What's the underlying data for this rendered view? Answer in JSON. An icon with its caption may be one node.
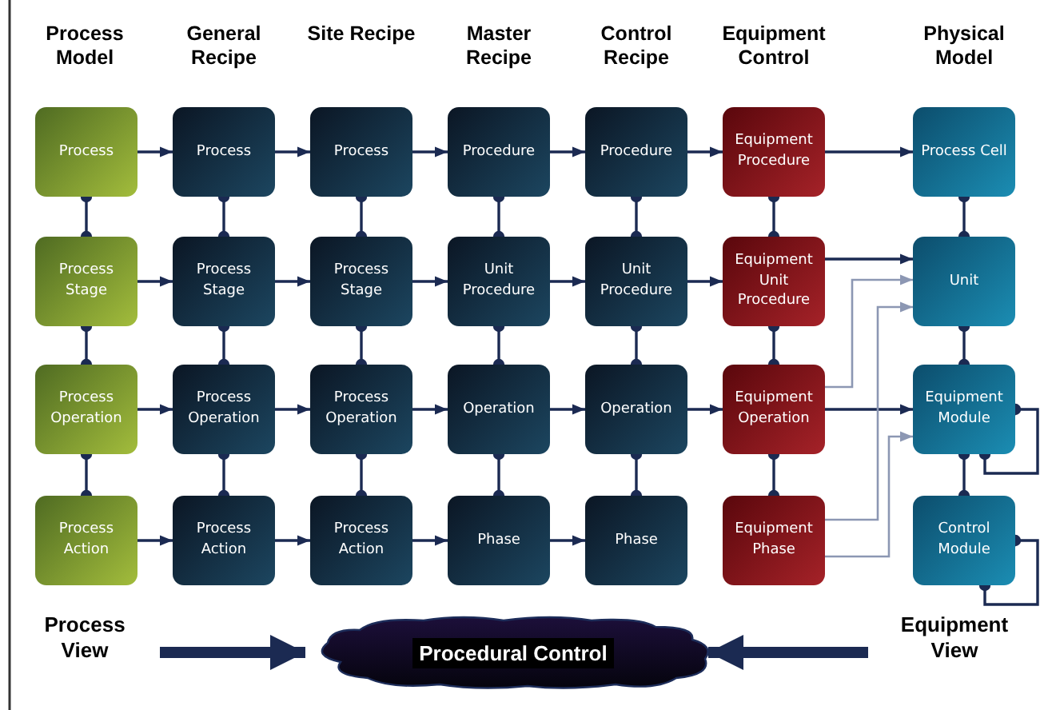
{
  "diagram": {
    "nodes": [
      {
        "text": [
          "Process"
        ]
      },
      {
        "text": [
          "Process"
        ]
      },
      {
        "text": [
          "Process"
        ]
      },
      {
        "text": [
          "Procedure"
        ]
      },
      {
        "text": [
          "Procedure"
        ]
      },
      {
        "text": [
          "Equipment Procedure"
        ]
      },
      {
        "text": [
          "Process Cell"
        ]
      },
      {
        "text": [
          "Process Stage"
        ]
      },
      {
        "text": [
          "Process Stage"
        ]
      },
      {
        "text": [
          "Process Stage"
        ]
      },
      {
        "text": [
          "Unit Procedure"
        ]
      },
      {
        "text": [
          "Unit Procedure"
        ]
      },
      {
        "text": [
          "Equipment Unit Procedure"
        ]
      },
      {
        "text": [
          "Unit"
        ]
      },
      {
        "text": [
          "Process Operation"
        ]
      },
      {
        "text": [
          "Process Operation"
        ]
      },
      {
        "text": [
          "Process Operation"
        ]
      },
      {
        "text": [
          "Operation"
        ]
      },
      {
        "text": [
          "Operation"
        ]
      },
      {
        "text": [
          "Equipment Operation"
        ]
      },
      {
        "text": [
          "Equipment Module"
        ]
      },
      {
        "text": [
          "Process Action"
        ]
      },
      {
        "text": [
          "Process Action"
        ]
      },
      {
        "text": [
          "Process Action"
        ]
      },
      {
        "text": [
          "Phase"
        ]
      },
      {
        "text": [
          "Phase"
        ]
      },
      {
        "text": [
          "Equipment Phase"
        ]
      },
      {
        "text": [
          "Control Module"
        ]
      },
      {
        "text": [
          "Process View"
        ]
      },
      {
        "text": [
          "Procedural Control"
        ]
      },
      {
        "text": [
          "Equipment View"
        ]
      }
    ],
    "edges": [
      {
        "from": 0,
        "to": 1,
        "arrow": "to"
      },
      {
        "from": 1,
        "to": 2,
        "arrow": "to"
      },
      {
        "from": 2,
        "to": 3,
        "arrow": "to"
      },
      {
        "from": 3,
        "to": 4,
        "arrow": "to"
      },
      {
        "from": 4,
        "to": 5,
        "arrow": "to"
      },
      {
        "from": 5,
        "to": 6,
        "arrow": "to"
      },
      {
        "from": 7,
        "to": 8,
        "arrow": "to"
      },
      {
        "from": 8,
        "to": 9,
        "arrow": "to"
      },
      {
        "from": 9,
        "to": 10,
        "arrow": "to"
      },
      {
        "from": 10,
        "to": 11,
        "arrow": "to"
      },
      {
        "from": 11,
        "to": 12,
        "arrow": "to"
      },
      {
        "from": 12,
        "to": 13,
        "arrow": "to"
      },
      {
        "from": 14,
        "to": 15,
        "arrow": "to"
      },
      {
        "from": 15,
        "to": 16,
        "arrow": "to"
      },
      {
        "from": 16,
        "to": 17,
        "arrow": "to"
      },
      {
        "from": 17,
        "to": 18,
        "arrow": "to"
      },
      {
        "from": 18,
        "to": 19,
        "arrow": "to"
      },
      {
        "from": 19,
        "to": 20,
        "arrow": "to"
      },
      {
        "from": 21,
        "to": 22,
        "arrow": "to"
      },
      {
        "from": 22,
        "to": 23,
        "arrow": "to"
      },
      {
        "from": 23,
        "to": 24,
        "arrow": "to"
      },
      {
        "from": 24,
        "to": 25,
        "arrow": "to"
      },
      {
        "from": 19,
        "to": 13,
        "arrow": "to",
        "color": "#8c97b3"
      },
      {
        "from": 26,
        "to": 13,
        "arrow": "to",
        "color": "#8c97b3"
      },
      {
        "from": 26,
        "to": 20,
        "arrow": "to",
        "color": "#8c97b3"
      },
      {
        "from": 0,
        "to": 7,
        "arrow": "other"
      },
      {
        "from": 7,
        "to": 14,
        "arrow": "other"
      },
      {
        "from": 14,
        "to": 21,
        "arrow": "other"
      },
      {
        "from": 1,
        "to": 8,
        "arrow": "other"
      },
      {
        "from": 8,
        "to": 15,
        "arrow": "other"
      },
      {
        "from": 15,
        "to": 22,
        "arrow": "other"
      },
      {
        "from": 2,
        "to": 9,
        "arrow": "other"
      },
      {
        "from": 9,
        "to": 16,
        "arrow": "other"
      },
      {
        "from": 16,
        "to": 23,
        "arrow": "other"
      },
      {
        "from": 3,
        "to": 10,
        "arrow": "other"
      },
      {
        "from": 10,
        "to": 17,
        "arrow": "other"
      },
      {
        "from": 17,
        "to": 24,
        "arrow": "other"
      },
      {
        "from": 4,
        "to": 11,
        "arrow": "other"
      },
      {
        "from": 11,
        "to": 18,
        "arrow": "other"
      },
      {
        "from": 18,
        "to": 25,
        "arrow": "other"
      },
      {
        "from": 5,
        "to": 12,
        "arrow": "other"
      },
      {
        "from": 12,
        "to": 19,
        "arrow": "other"
      },
      {
        "from": 19,
        "to": 26,
        "arrow": "other"
      },
      {
        "from": 6,
        "to": 13,
        "arrow": "other"
      },
      {
        "from": 13,
        "to": 20,
        "arrow": "other"
      },
      {
        "from": 20,
        "to": 27,
        "arrow": "other"
      },
      {
        "from": 20,
        "to": 20,
        "arrow": "other"
      },
      {
        "from": 27,
        "to": 27,
        "arrow": "other"
      },
      {
        "from": 28,
        "to": 29,
        "arrow": "to",
        "style": "thick"
      },
      {
        "from": 30,
        "to": 29,
        "arrow": "to",
        "style": "thick"
      }
    ],
    "labels": [
      "Process Model",
      "General Recipe",
      "Site Recipe",
      "Master Recipe",
      "Control Recipe",
      "Equipment Control",
      "Physical Model"
    ]
  }
}
